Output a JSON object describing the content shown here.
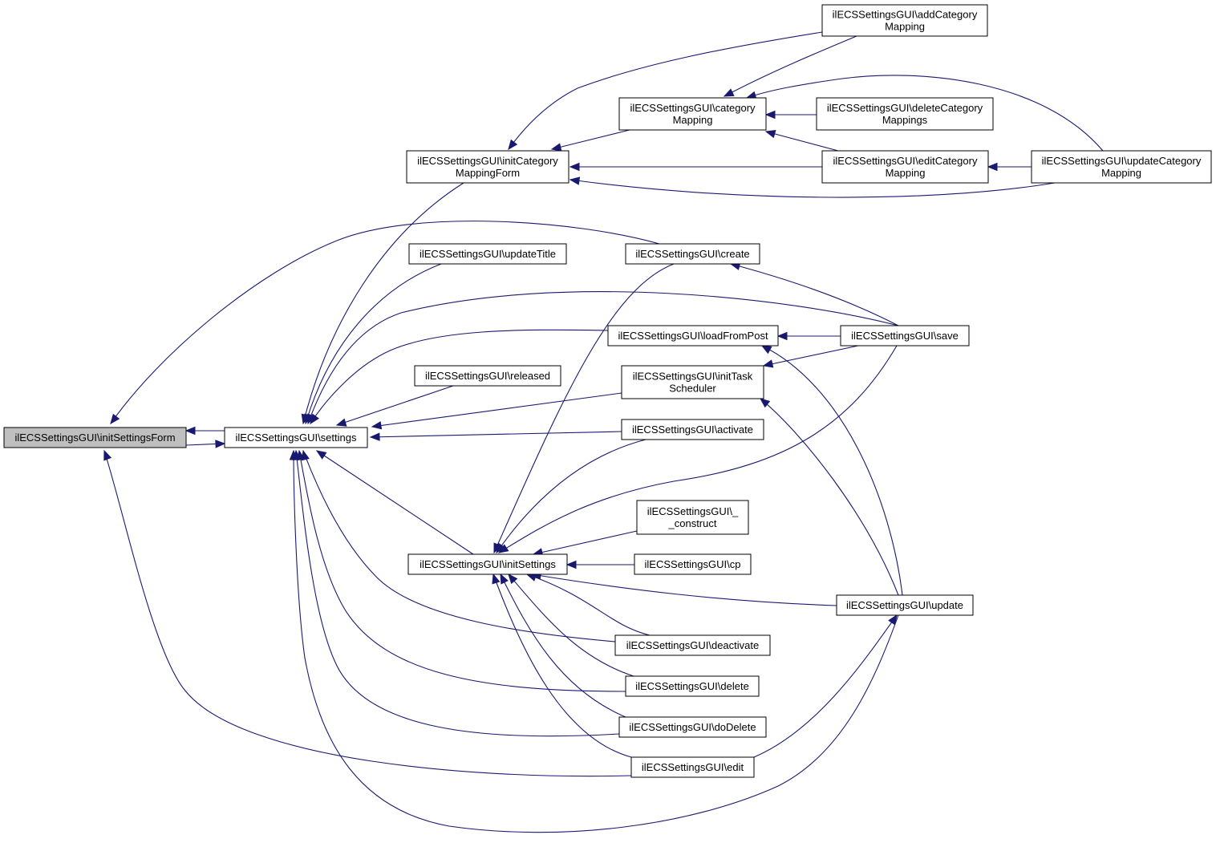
{
  "diagram": {
    "colors": {
      "edge": "#191970",
      "node_border": "#000000",
      "node_fill": "#ffffff",
      "current_fill": "#bfbfbf"
    },
    "nodes": [
      {
        "id": "initSettingsForm",
        "lines": [
          "ilECSSettingsGUI\\initSettingsForm"
        ],
        "current": true
      },
      {
        "id": "settings",
        "lines": [
          "ilECSSettingsGUI\\settings"
        ]
      },
      {
        "id": "initCategoryMappingForm",
        "lines": [
          "ilECSSettingsGUI\\initCategory",
          "MappingForm"
        ]
      },
      {
        "id": "categoryMapping",
        "lines": [
          "ilECSSettingsGUI\\category",
          "Mapping"
        ]
      },
      {
        "id": "addCategoryMapping",
        "lines": [
          "ilECSSettingsGUI\\addCategory",
          "Mapping"
        ]
      },
      {
        "id": "deleteCategoryMappings",
        "lines": [
          "ilECSSettingsGUI\\deleteCategory",
          "Mappings"
        ]
      },
      {
        "id": "editCategoryMapping",
        "lines": [
          "ilECSSettingsGUI\\editCategory",
          "Mapping"
        ]
      },
      {
        "id": "updateCategoryMapping",
        "lines": [
          "ilECSSettingsGUI\\updateCategory",
          "Mapping"
        ]
      },
      {
        "id": "updateTitle",
        "lines": [
          "ilECSSettingsGUI\\updateTitle"
        ]
      },
      {
        "id": "create",
        "lines": [
          "ilECSSettingsGUI\\create"
        ]
      },
      {
        "id": "loadFromPost",
        "lines": [
          "ilECSSettingsGUI\\loadFromPost"
        ]
      },
      {
        "id": "save",
        "lines": [
          "ilECSSettingsGUI\\save"
        ]
      },
      {
        "id": "released",
        "lines": [
          "ilECSSettingsGUI\\released"
        ]
      },
      {
        "id": "initTaskScheduler",
        "lines": [
          "ilECSSettingsGUI\\initTask",
          "Scheduler"
        ]
      },
      {
        "id": "activate",
        "lines": [
          "ilECSSettingsGUI\\activate"
        ]
      },
      {
        "id": "construct",
        "lines": [
          "ilECSSettingsGUI\\_",
          "_construct"
        ]
      },
      {
        "id": "initSettings",
        "lines": [
          "ilECSSettingsGUI\\initSettings"
        ]
      },
      {
        "id": "cp",
        "lines": [
          "ilECSSettingsGUI\\cp"
        ]
      },
      {
        "id": "update",
        "lines": [
          "ilECSSettingsGUI\\update"
        ]
      },
      {
        "id": "deactivate",
        "lines": [
          "ilECSSettingsGUI\\deactivate"
        ]
      },
      {
        "id": "delete",
        "lines": [
          "ilECSSettingsGUI\\delete"
        ]
      },
      {
        "id": "doDelete",
        "lines": [
          "ilECSSettingsGUI\\doDelete"
        ]
      },
      {
        "id": "edit",
        "lines": [
          "ilECSSettingsGUI\\edit"
        ]
      }
    ]
  }
}
